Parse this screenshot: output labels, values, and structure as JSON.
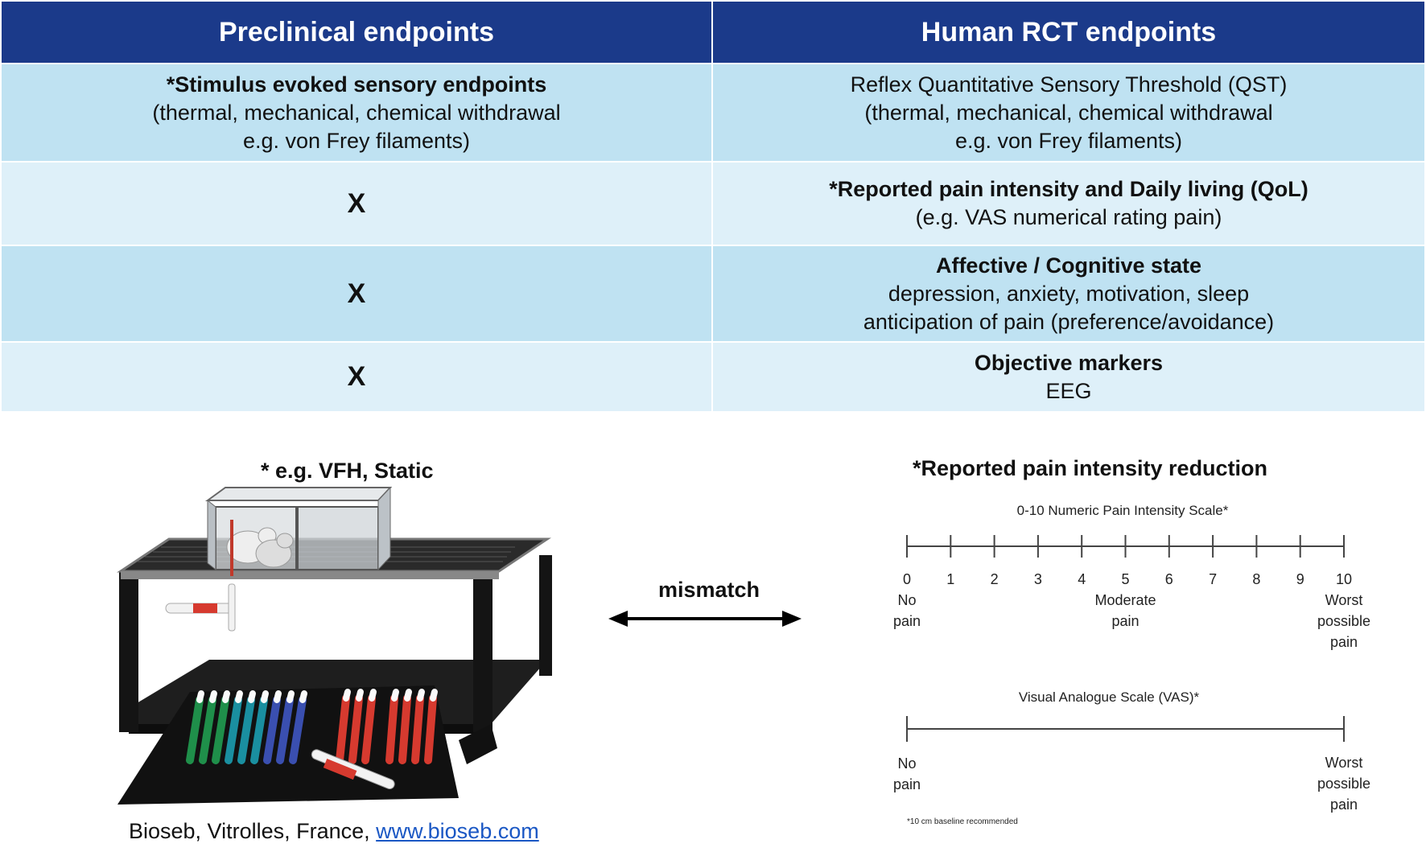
{
  "table": {
    "headers": [
      "Preclinical endpoints",
      "Human RCT endpoints"
    ],
    "rows": [
      {
        "left": {
          "bold": "*Stimulus evoked sensory endpoints",
          "lines": [
            "(thermal, mechanical, chemical withdrawal",
            "e.g. von Frey filaments)"
          ]
        },
        "right": {
          "bold": "",
          "lines": [
            "Reflex Quantitative Sensory Threshold (QST)",
            "(thermal, mechanical, chemical withdrawal",
            "e.g. von Frey filaments)"
          ]
        }
      },
      {
        "left": {
          "mark": "X"
        },
        "right": {
          "bold": "*Reported pain intensity and Daily living (QoL)",
          "lines": [
            "(e.g. VAS numerical rating pain)"
          ]
        }
      },
      {
        "left": {
          "mark": "X"
        },
        "right": {
          "bold": "Affective / Cognitive state",
          "lines": [
            "depression, anxiety, motivation, sleep",
            "anticipation of pain (preference/avoidance)"
          ]
        }
      },
      {
        "left": {
          "mark": "X"
        },
        "right": {
          "bold": "Objective markers",
          "lines": [
            "EEG"
          ]
        }
      }
    ]
  },
  "left_panel": {
    "caption": "* e.g. VFH, Static",
    "credit_text": "Bioseb, Vitrolles, France, ",
    "credit_link": "www.bioseb.com"
  },
  "middle": {
    "label": "mismatch"
  },
  "right_panel": {
    "caption": "*Reported pain intensity reduction",
    "nprs": {
      "title": "0-10 Numeric Pain Intensity Scale*",
      "ticks": [
        "0",
        "1",
        "2",
        "3",
        "4",
        "5",
        "6",
        "7",
        "8",
        "9",
        "10"
      ],
      "anchors": [
        {
          "at": 0,
          "lines": [
            "No",
            "pain"
          ]
        },
        {
          "at": 5,
          "lines": [
            "Moderate",
            "pain"
          ]
        },
        {
          "at": 10,
          "lines": [
            "Worst",
            "possible",
            "pain"
          ]
        }
      ]
    },
    "vas": {
      "title": "Visual Analogue Scale (VAS)*",
      "left_lines": [
        "No",
        "pain"
      ],
      "right_lines": [
        "Worst",
        "possible",
        "pain"
      ],
      "footnote": "*10 cm baseline recommended"
    }
  },
  "colors": {
    "header": "#1b3a8a",
    "row_dark": "#bfe2f2",
    "row_light": "#def0f9",
    "link": "#1a57c4"
  }
}
